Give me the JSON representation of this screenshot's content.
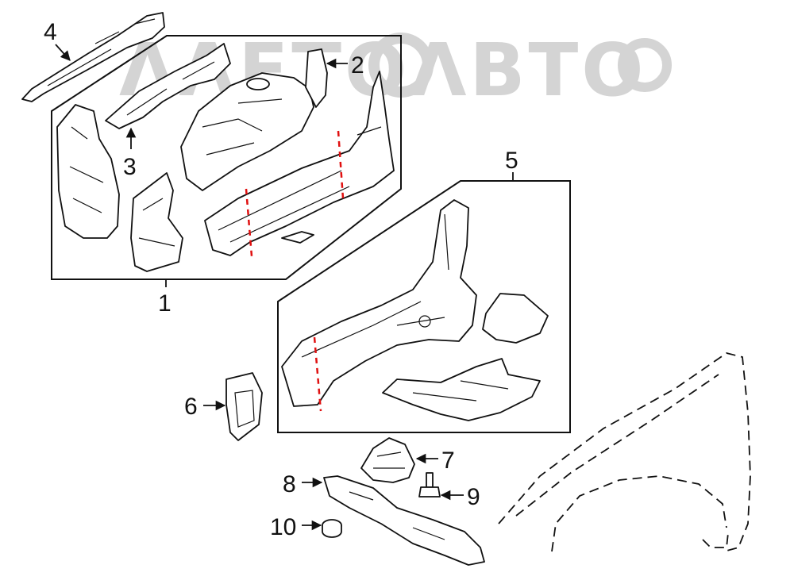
{
  "watermark": {
    "text": "ΛΛΕΤΟΛΒΤΟ"
  },
  "callouts": [
    {
      "id": "1",
      "label": "1"
    },
    {
      "id": "2",
      "label": "2"
    },
    {
      "id": "3",
      "label": "3"
    },
    {
      "id": "4",
      "label": "4"
    },
    {
      "id": "5",
      "label": "5"
    },
    {
      "id": "6",
      "label": "6"
    },
    {
      "id": "7",
      "label": "7"
    },
    {
      "id": "8",
      "label": "8"
    },
    {
      "id": "9",
      "label": "9"
    },
    {
      "id": "10",
      "label": "10"
    }
  ],
  "colors": {
    "line": "#111111",
    "cut_line": "#e01010",
    "watermark": "#d4d4d4"
  }
}
